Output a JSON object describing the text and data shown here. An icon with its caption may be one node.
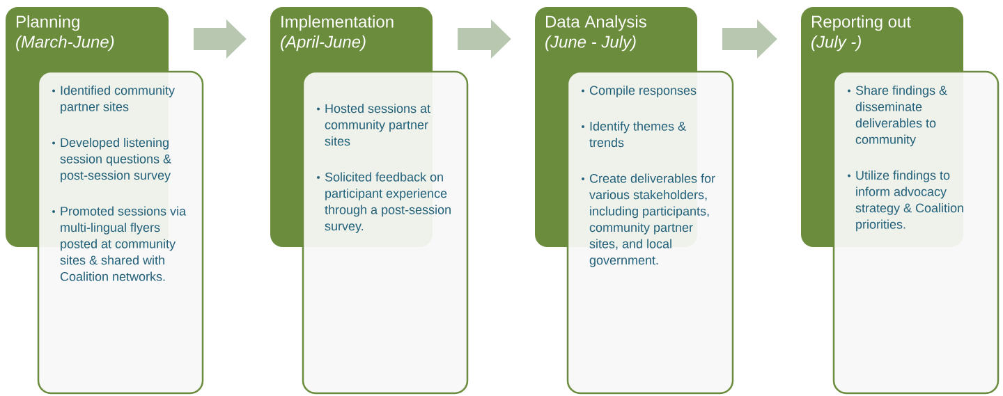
{
  "diagram": {
    "nodes": [
      {
        "text": [
          "Planning",
          "(March-June)"
        ]
      },
      {
        "text": [
          "Identified community partner sites",
          "Developed listening session questions & post-session survey",
          "Promoted sessions via multi-lingual flyers posted at community sites & shared with Coalition networks."
        ]
      },
      {
        "text": [
          "Implementation",
          "(April-June)"
        ]
      },
      {
        "text": [
          "Hosted sessions at community partner sites",
          "Solicited feedback on participant experience through a post-session survey."
        ]
      },
      {
        "text": [
          "Data Analysis",
          "(June - July)"
        ]
      },
      {
        "text": [
          "Compile responses",
          "Identify themes & trends",
          "Create deliverables for various stakeholders, including participants, community partner sites, and local government."
        ]
      },
      {
        "text": [
          "Reporting out",
          "(July -)"
        ]
      },
      {
        "text": [
          "Share findings & disseminate deliverables to community",
          "Utilize findings to inform advocacy strategy & Coalition priorities."
        ]
      }
    ],
    "edges": [
      {
        "from": 0,
        "to": 2,
        "arrow": "to"
      },
      {
        "from": 2,
        "to": 4,
        "arrow": "to"
      },
      {
        "from": 4,
        "to": 6,
        "arrow": "to"
      }
    ]
  }
}
